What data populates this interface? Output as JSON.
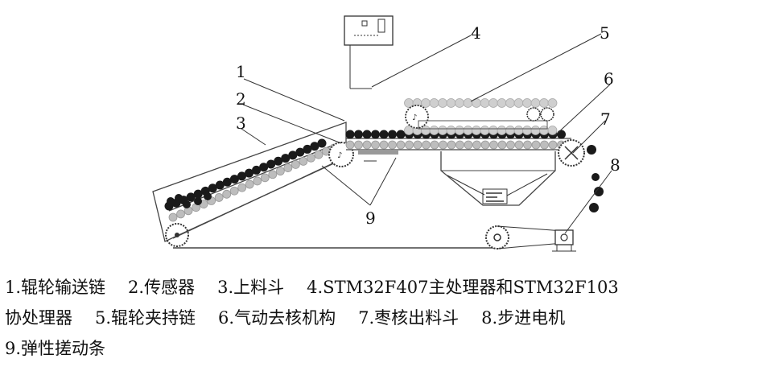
{
  "callouts": [
    "1",
    "2",
    "3",
    "4",
    "5",
    "6",
    "7",
    "8",
    "9"
  ],
  "legend": {
    "row1": [
      "1.辊轮输送链",
      "2.传感器",
      "3.上料斗",
      "4.STM32F407主处理器和STM32F103"
    ],
    "row2": [
      "协处理器",
      "5.辊轮夹持链",
      "6.气动去核机构",
      "7.枣核出料斗",
      "8.步进电机"
    ],
    "row3": [
      "9.弹性搓动条"
    ]
  },
  "colors": {
    "line": "#333333",
    "roller": "#bdbdbd",
    "jujube": "#1a1a1a",
    "background": "#ffffff"
  }
}
